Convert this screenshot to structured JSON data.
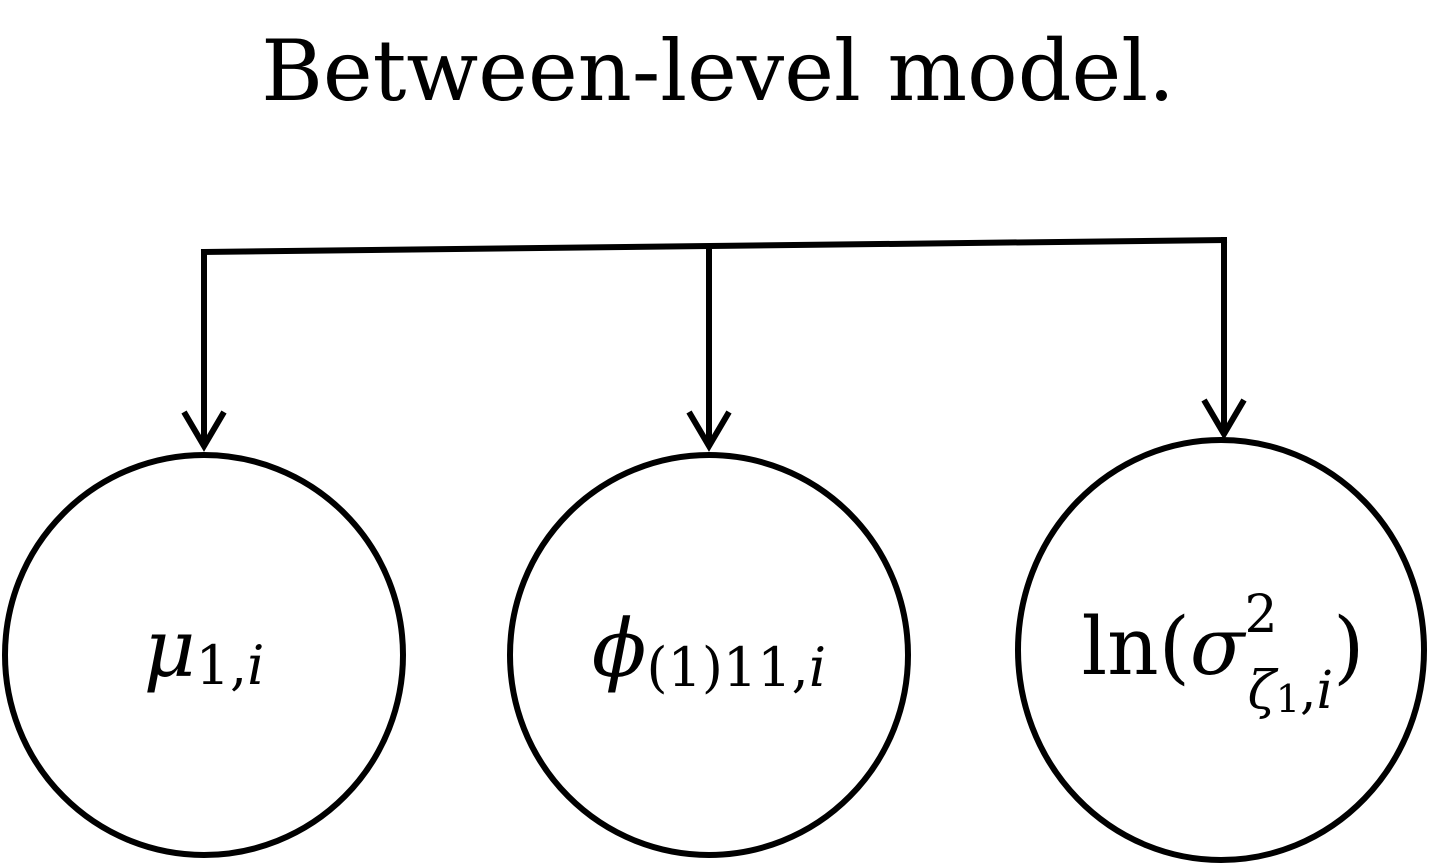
{
  "title": "Between-level model.",
  "nodes": [
    {
      "id": "mu",
      "main": "μ",
      "sub": "1,",
      "sub_italic": "i"
    },
    {
      "id": "phi",
      "main": "ϕ",
      "sub": "(1)11,",
      "sub_italic": "i"
    },
    {
      "id": "ln_sigma",
      "prefix": "ln(",
      "main": "σ",
      "sup": "2",
      "sub_main": "ζ",
      "sub_index": "1",
      "sub": ",",
      "sub_italic": "i",
      "suffix": ")"
    }
  ],
  "colors": {
    "stroke": "#000000",
    "background": "#ffffff"
  }
}
